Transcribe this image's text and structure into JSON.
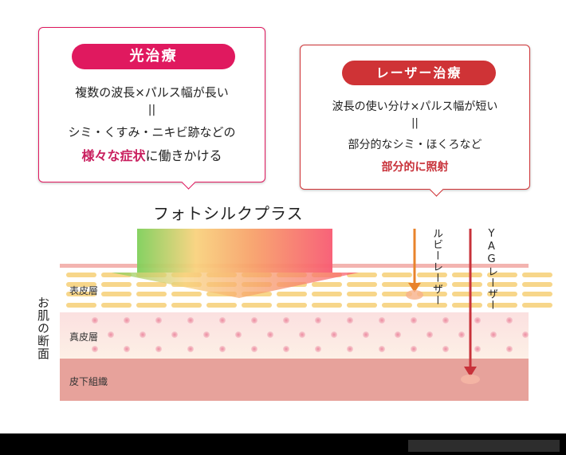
{
  "light_therapy": {
    "title": "光治療",
    "line1": "複数の波長×パルス幅が長い",
    "equals": "||",
    "line3": "シミ・くすみ・ニキビ跡などの",
    "line4_highlight": "様々な症状",
    "line4_rest": "に働きかける",
    "accent_color": "#e0195f"
  },
  "laser_therapy": {
    "title": "レーザー治療",
    "line1": "波長の使い分け×パルス幅が短い",
    "equals": "||",
    "line3": "部分的なシミ・ほくろなど",
    "line4_highlight": "部分的に照射",
    "accent_color": "#cf3336"
  },
  "photosilk": {
    "label": "フォトシルクプラス",
    "gradient": [
      "#7fcf5a",
      "#f9d27e",
      "#f7a06a",
      "#f85a72"
    ]
  },
  "skin": {
    "section_label": "お肌の断面",
    "layers": [
      {
        "name": "表皮層"
      },
      {
        "name": "真皮層"
      },
      {
        "name": "皮下組織"
      }
    ]
  },
  "lasers": {
    "ruby": {
      "label": "ルビーレーザー",
      "color": "#e8832c"
    },
    "yag": {
      "label": "YAGレーザー",
      "color": "#c8323a"
    }
  }
}
